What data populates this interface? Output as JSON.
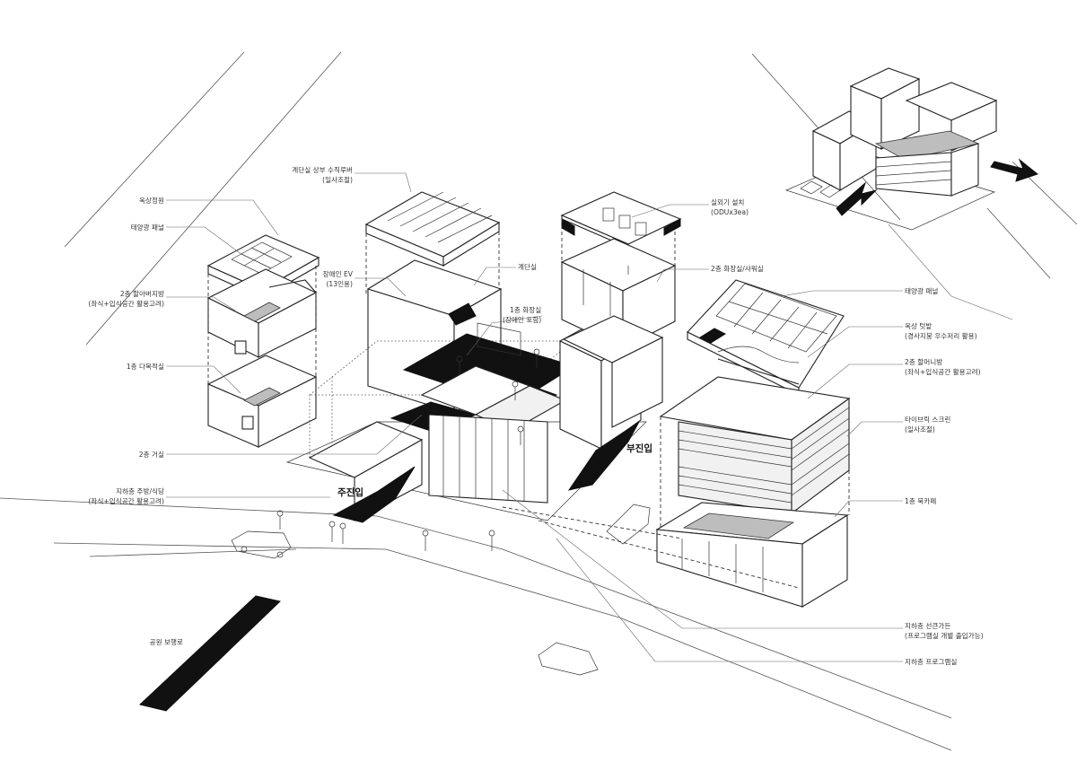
{
  "labels": {
    "rooftop_garden": "옥상정원",
    "solar_panel_left": "태양광 패널",
    "floor2_grandpa_room": "2층 할아버지방",
    "floor2_grandpa_room_note": "(좌식+입식공간 활용고려)",
    "floor1_multi_study": "1층 다목적실",
    "floor2_living": "2층 거실",
    "basement_kitchen": "지하층 주방/식당",
    "basement_kitchen_note": "(좌식+입식공간 활용고려)",
    "park_walkway": "공원 보행로",
    "stair_louver": "계단실 상부 수직루버",
    "stair_louver_note": "(일사조절)",
    "accessible_ev": "장애인 EV",
    "accessible_ev_note": "(13인용)",
    "stairwell": "계단실",
    "floor1_restroom": "1층 화장실",
    "floor1_restroom_note": "(장애인 포함)",
    "outdoor_unit": "실외기 설치",
    "outdoor_unit_note": "(ODUx3ea)",
    "floor2_restroom_shower": "2층 화장실/샤워실",
    "solar_panel_right": "태양광 패널",
    "rooftop_field": "옥상 텃밭",
    "rooftop_field_note": "(경사지붕 우수저리 활용)",
    "floor2_grandma_room": "2층 할머니방",
    "floor2_grandma_room_note": "(좌식+입식공간 활용고려)",
    "tile_brick_screen": "타이브릭 스크린",
    "tile_brick_screen_note": "(일사조절)",
    "floor1_book_cafe": "1층 북카페",
    "basement_sunken_garden": "지하층 선큰가든",
    "basement_sunken_garden_note": "(프로그램실 개별 출입가능)",
    "basement_program_room": "지하층 프로그램실",
    "main_entrance": "주진입",
    "sub_entrance": "부진입"
  }
}
